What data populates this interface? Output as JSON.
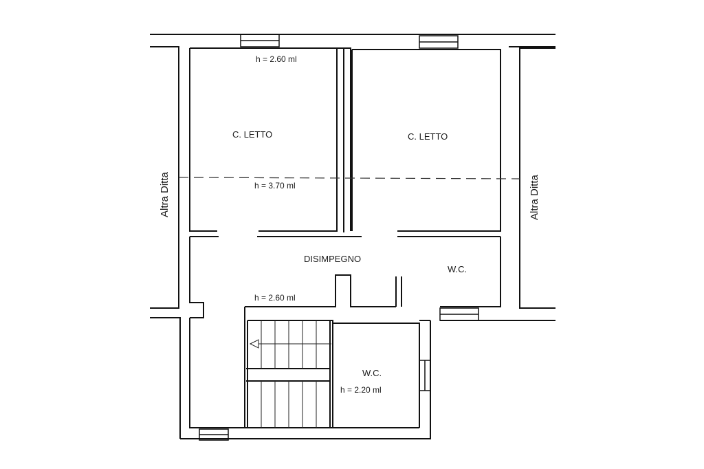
{
  "labels": {
    "left_neighbor": "Altra Ditta",
    "right_neighbor": "Altra Ditta",
    "bedroom_left": "C. LETTO",
    "bedroom_right": "C. LETTO",
    "hallway": "DISIMPEGNO",
    "wc_upper": "W.C.",
    "wc_lower": "W.C.",
    "height_bedroom_top": "h = 2.60 ml",
    "height_dashed_line": "h = 3.70 ml",
    "height_hallway": "h = 2.60 ml",
    "height_wc_lower": "h = 2.20 ml"
  },
  "colors": {
    "wall": "#111111",
    "paper": "#ffffff"
  }
}
